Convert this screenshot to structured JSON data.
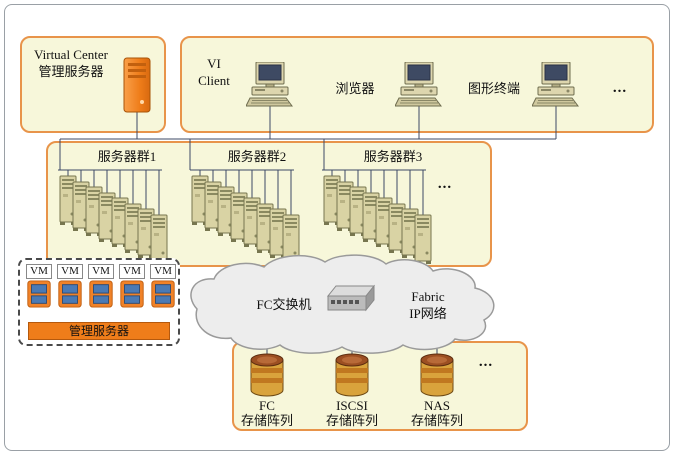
{
  "top": {
    "virtual_center": {
      "line1": "Virtual Center",
      "line2": "管理服务器"
    },
    "clients": {
      "vi_line1": "VI",
      "vi_line2": "Client",
      "browser": "浏览器",
      "graphic_terminal": "图形终端",
      "ellipsis": "..."
    }
  },
  "clusters": {
    "group1": "服务器群1",
    "group2": "服务器群2",
    "group3": "服务器群3",
    "ellipsis": "..."
  },
  "vm_panel": {
    "vm_label": "VM",
    "bar_label": "管理服务器"
  },
  "network": {
    "fc_switch": "FC交换机",
    "fabric_line1": "Fabric",
    "fabric_line2": "IP网络"
  },
  "storage": {
    "fc": {
      "line1": "FC",
      "line2": "存储阵列"
    },
    "iscsi": {
      "line1": "ISCSI",
      "line2": "存储阵列"
    },
    "nas": {
      "line1": "NAS",
      "line2": "存储阵列"
    },
    "ellipsis": "..."
  },
  "icons": {
    "vc_server_icon": "orange-tower-server",
    "client_pc_icon": "desktop-computer",
    "cluster_server_icon": "beige-tower-server",
    "fc_switch_icon": "network-switch-3d",
    "storage_cylinder_icon": "database-cylinder",
    "vm_icon": "orange-blue-vm-node"
  },
  "colors": {
    "panel_fill": "#f7f7da",
    "panel_border": "#e8944a",
    "accent_orange": "#ef7d1a",
    "vm_blue": "#4a7ab5",
    "connector_line": "#3c4a66",
    "cloud_fill": "#ededed"
  }
}
